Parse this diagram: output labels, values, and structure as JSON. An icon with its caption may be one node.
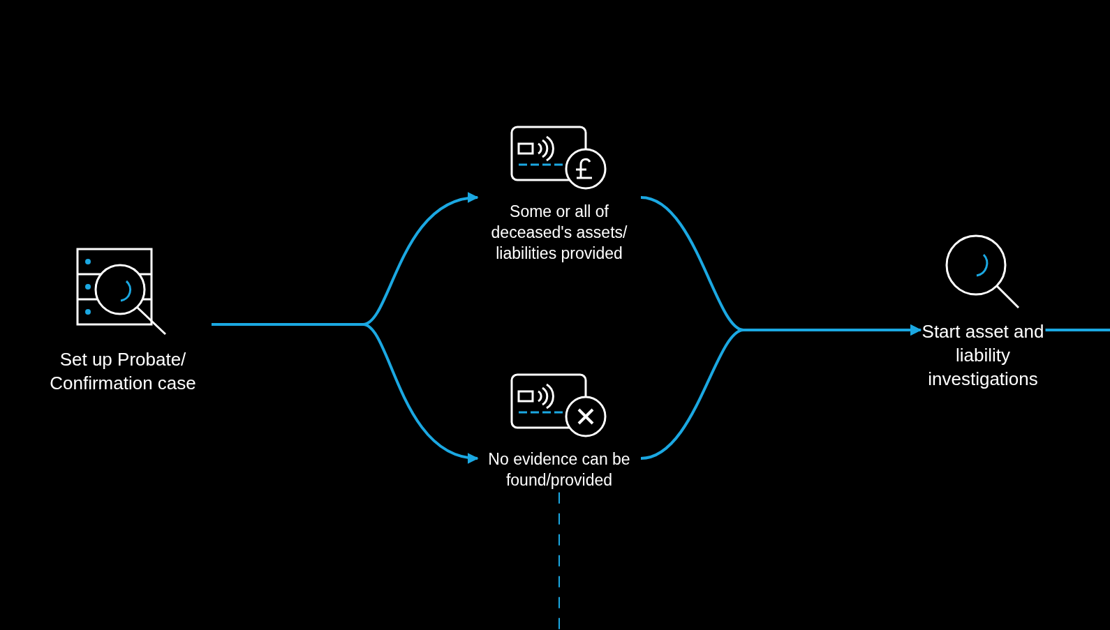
{
  "diagram": {
    "nodes": [
      {
        "text": [
          "Set up Probate/ Confirmation case"
        ]
      },
      {
        "text": [
          "Some or all of deceased's assets/ liabilities provided"
        ]
      },
      {
        "text": [
          "No evidence can be found/provided"
        ]
      },
      {
        "text": [
          "Start asset and liability investigations"
        ]
      }
    ],
    "edges": [
      {
        "from": 0,
        "to": 1,
        "arrow": "to"
      },
      {
        "from": 0,
        "to": 2,
        "arrow": "to"
      },
      {
        "from": 1,
        "to": 3,
        "arrow": "to"
      },
      {
        "from": 2,
        "to": 3,
        "arrow": "to"
      },
      {
        "from": 3,
        "to": null,
        "arrow": "none"
      },
      {
        "from": 2,
        "to": null,
        "arrow": "none",
        "style": "dashed"
      }
    ]
  }
}
